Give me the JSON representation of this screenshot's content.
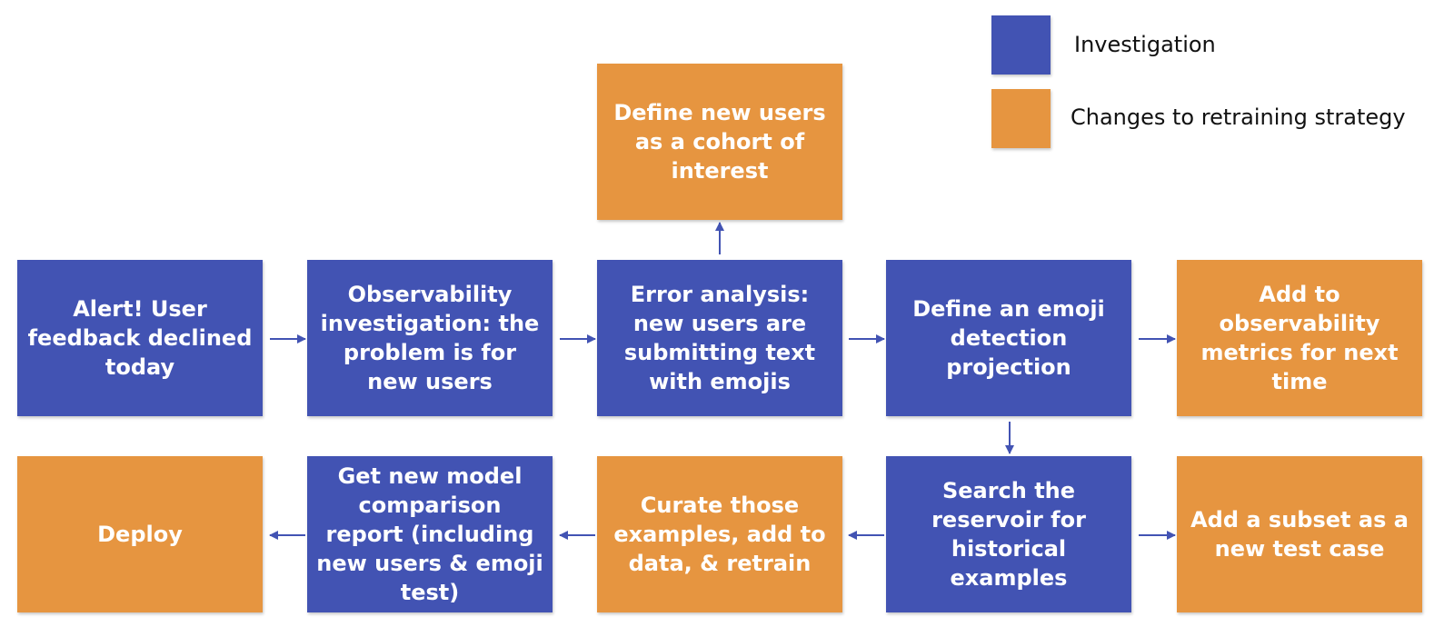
{
  "legend": {
    "investigation_label": "Investigation",
    "changes_label": "Changes to retraining strategy",
    "investigation_color": "#4253b3",
    "changes_color": "#e69540"
  },
  "nodes": {
    "alert": "Alert! User feedback declined today",
    "observability": "Observability investigation: the problem is for new users",
    "error_analysis": "Error analysis: new users are submitting text with emojis",
    "define_emoji": "Define an emoji detection projection",
    "add_metrics": "Add to observability metrics for next time",
    "define_cohort": "Define new users as a cohort of interest",
    "search_reservoir": "Search the reservoir for historical examples",
    "add_subset": "Add a subset as a new test case",
    "curate": "Curate those examples, add to data, & retrain",
    "comparison_report": "Get new model comparison report (including new users & emoji test)",
    "deploy": "Deploy"
  },
  "edges": [
    {
      "from": "alert",
      "to": "observability"
    },
    {
      "from": "observability",
      "to": "error_analysis"
    },
    {
      "from": "error_analysis",
      "to": "define_emoji"
    },
    {
      "from": "define_emoji",
      "to": "add_metrics"
    },
    {
      "from": "error_analysis",
      "to": "define_cohort"
    },
    {
      "from": "define_emoji",
      "to": "search_reservoir"
    },
    {
      "from": "search_reservoir",
      "to": "add_subset"
    },
    {
      "from": "search_reservoir",
      "to": "curate"
    },
    {
      "from": "curate",
      "to": "comparison_report"
    },
    {
      "from": "comparison_report",
      "to": "deploy"
    }
  ]
}
